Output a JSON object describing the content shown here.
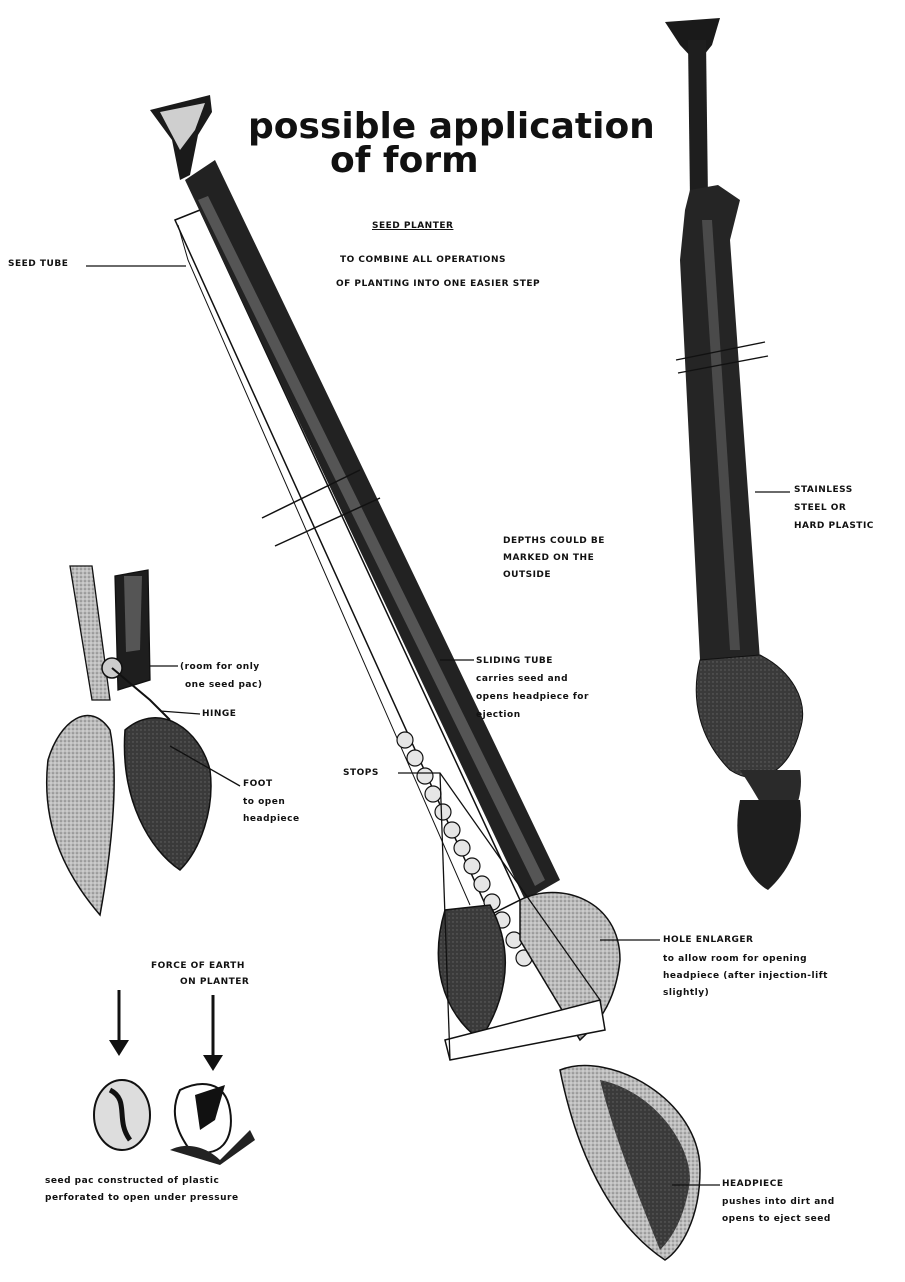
{
  "title": {
    "line1": "possible application",
    "line2": "of form"
  },
  "subtitle": "SEED PLANTER",
  "description": {
    "line1": "TO COMBINE ALL OPERATIONS",
    "line2": "OF PLANTING INTO ONE EASIER STEP"
  },
  "labels": {
    "seed_tube": "SEED TUBE",
    "stainless": [
      "STAINLESS",
      "STEEL OR",
      "HARD PLASTIC"
    ],
    "depths": [
      "DEPTHS COULD BE",
      "MARKED ON THE",
      "OUTSIDE"
    ],
    "room": [
      "(room for only",
      "one seed pac)"
    ],
    "hinge": "HINGE",
    "foot": [
      "FOOT",
      "to open",
      "headpiece"
    ],
    "sliding_tube": [
      "SLIDING TUBE",
      "carries seed and",
      "opens headpiece for",
      "ejection"
    ],
    "force": [
      "FORCE OF EARTH",
      "ON PLANTER"
    ],
    "hole_enlarger": [
      "HOLE ENLARGER",
      "to allow room for opening",
      "headpiece (after injection-lift",
      "slightly)"
    ],
    "stops": "STOPS",
    "seed_pac": [
      "seed pac constructed of plastic",
      "perforated to open under pressure"
    ],
    "headpiece": [
      "HEADPIECE",
      "pushes into dirt and",
      "opens to eject seed"
    ]
  },
  "colors": {
    "ink": "#111111",
    "tube_dark": "#2a2a2a",
    "shade": "#8a8a8a",
    "light": "#d9d9d9"
  }
}
